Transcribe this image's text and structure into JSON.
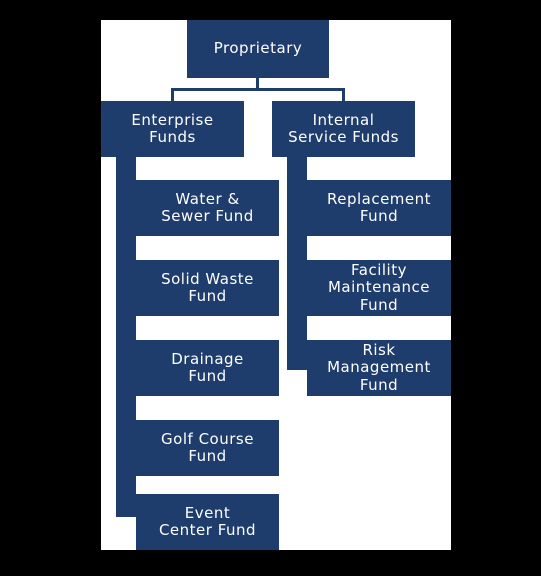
{
  "chart": {
    "root": "Proprietary",
    "groups": [
      {
        "label": "Enterprise\nFunds",
        "children": [
          "Water &\nSewer Fund",
          "Solid Waste\nFund",
          "Drainage\nFund",
          "Golf Course\nFund",
          "Event\nCenter Fund"
        ]
      },
      {
        "label": "Internal\nService Funds",
        "children": [
          "Replacement\nFund",
          "Facility\nMaintenance\nFund",
          "Risk\nManagement\nFund"
        ]
      }
    ]
  },
  "colors": {
    "box": "#1e3c6c",
    "panel": "#ffffff",
    "background": "#000000"
  }
}
